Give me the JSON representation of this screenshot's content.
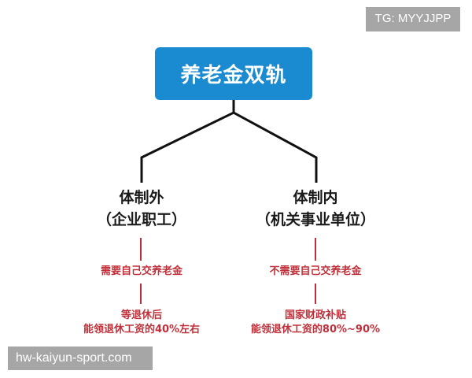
{
  "watermarks": {
    "top_right": "TG: MYYJJPP",
    "bottom_left": "hw-kaiyun-sport.com"
  },
  "root": {
    "label": "养老金双轨",
    "color": "#1a8bd0"
  },
  "branches": [
    {
      "title": "体制外",
      "subtitle": "（企业职工）",
      "step1": "需要自己交养老金",
      "step2_line1": "等退休后",
      "step2_line2": "能领退休工资的40%左右"
    },
    {
      "title": "体制内",
      "subtitle": "（机关事业单位）",
      "step1": "不需要自己交养老金",
      "step2_line1": "国家财政补贴",
      "step2_line2": "能领退休工资的80%~90%"
    }
  ],
  "colors": {
    "connector": "#111111",
    "detail_text": "#c0303a",
    "detail_line": "#c0303a"
  }
}
